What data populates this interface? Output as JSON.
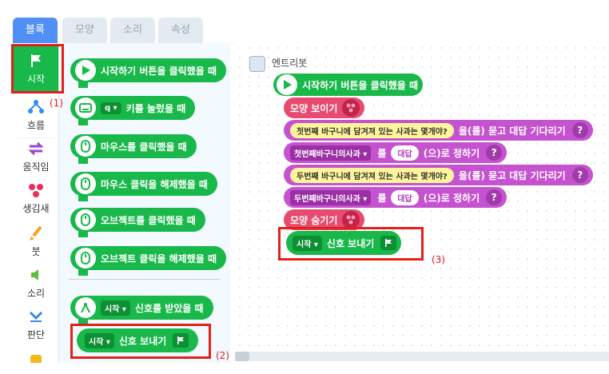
{
  "tabs": [
    "블록",
    "모양",
    "소리",
    "속성"
  ],
  "categories": [
    "시작",
    "흐름",
    "움직임",
    "생김새",
    "붓",
    "소리",
    "판단"
  ],
  "palette": {
    "blocks": [
      {
        "text": "시작하기 버튼을 클릭했을 때"
      },
      {
        "chip": "q ▾",
        "text": "키를 눌렀을 때"
      },
      {
        "text": "마우스를 클릭했을 때"
      },
      {
        "text": "마우스 클릭을 해제했을 때"
      },
      {
        "text": "오브젝트를 클릭했을 때"
      },
      {
        "text": "오브젝트 클릭을 해제했을 때"
      },
      {
        "chip": "시작 ▾",
        "text": "신호를 받았을 때"
      },
      {
        "chip": "시작 ▾",
        "text": "신호 보내기"
      }
    ]
  },
  "workspace": {
    "object_name": "엔트리봇",
    "blocks": {
      "start": "시작하기 버튼을 클릭했을 때",
      "show": "모양 보이기",
      "ask1": {
        "question": "첫번째 바구니에 담겨져 있는 사과는 몇개야?",
        "suffix": "을(를) 묻고 대답 기다리기",
        "q": "?"
      },
      "set1": {
        "var": "첫번째바구니의사과 ▾",
        "mid": "를",
        "value": "대답",
        "suffix": "(으)로 정하기",
        "q": "?"
      },
      "ask2": {
        "question": "두번째 바구니에 담겨져 있는 사과는 몇개야?",
        "suffix": "을(를) 묻고 대답 기다리기",
        "q": "?"
      },
      "set2": {
        "var": "두번째바구니의사과 ▾",
        "mid": "를",
        "value": "대답",
        "suffix": "(으)로 정하기",
        "q": "?"
      },
      "hide": "모양 숨기기",
      "send": {
        "chip": "시작 ▾",
        "text": "신호 보내기"
      }
    }
  },
  "annotations": [
    "(1)",
    "(2)",
    "(3)"
  ],
  "colors": {
    "start_green": "#19b84a",
    "looks_pink": "#e84b70",
    "judge_purple": "#c553cf",
    "annotation_red": "#e3201b",
    "tab_blue": "#4f8ff6"
  }
}
